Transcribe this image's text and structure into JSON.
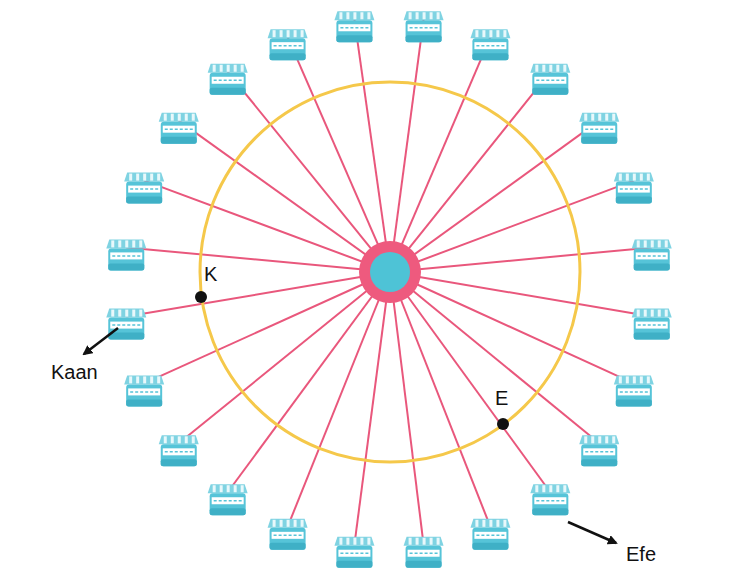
{
  "diagram": {
    "labels": [
      "K",
      "E",
      "Kaan",
      "Efe"
    ]
  }
}
